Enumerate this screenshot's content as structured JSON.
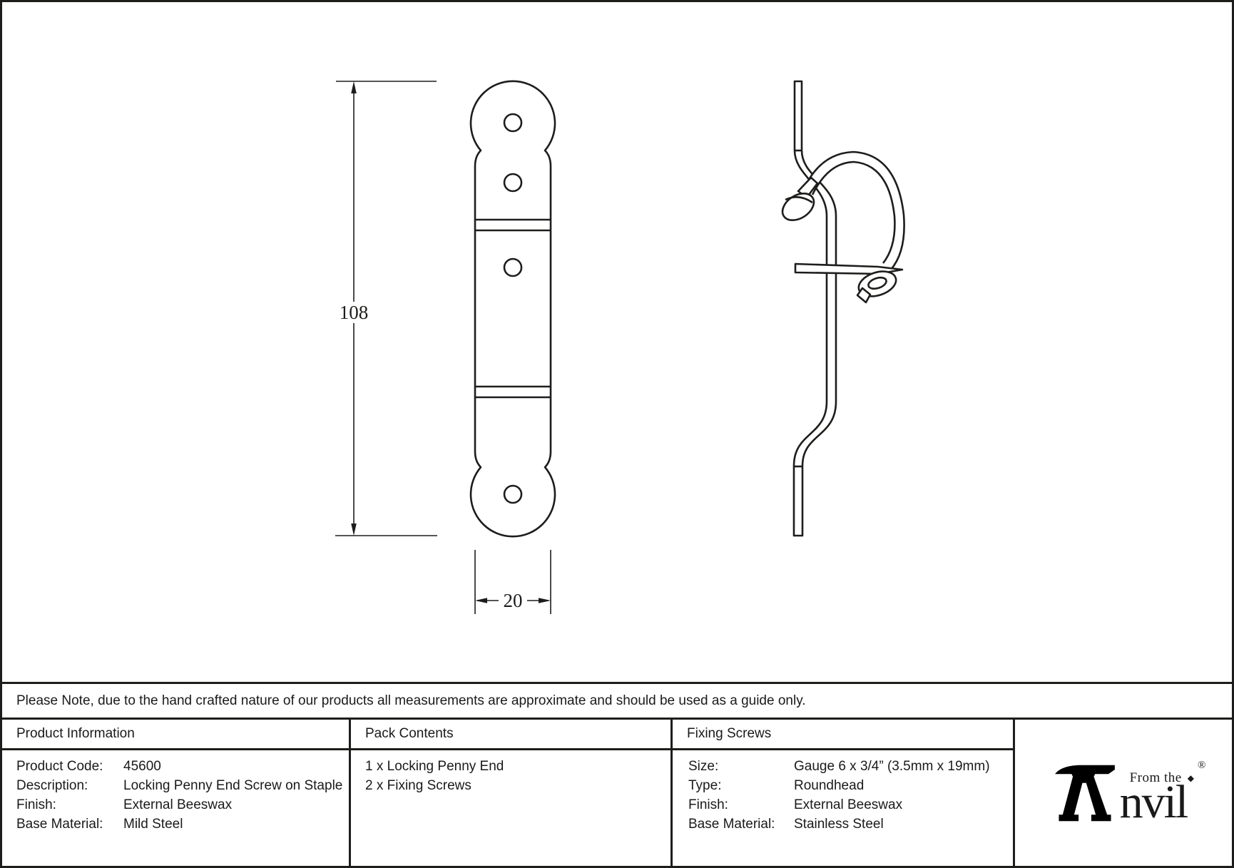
{
  "note": "Please Note, due to the hand crafted nature of our products all measurements are approximate and should be used as a guide only.",
  "drawing": {
    "height_dim": "108",
    "width_dim": "20"
  },
  "table": {
    "product_information": {
      "header": "Product Information",
      "rows": [
        {
          "label": "Product Code:",
          "value": "45600"
        },
        {
          "label": "Description:",
          "value": "Locking Penny End Screw on Staple"
        },
        {
          "label": "Finish:",
          "value": "External Beeswax"
        },
        {
          "label": "Base Material:",
          "value": "Mild Steel"
        }
      ]
    },
    "pack_contents": {
      "header": "Pack Contents",
      "items": [
        "1 x Locking Penny End",
        "2 x Fixing Screws"
      ]
    },
    "fixing_screws": {
      "header": "Fixing Screws",
      "rows": [
        {
          "label": "Size:",
          "value": "Gauge 6 x 3/4” (3.5mm x 19mm)"
        },
        {
          "label": "Type:",
          "value": "Roundhead"
        },
        {
          "label": "Finish:",
          "value": "External Beeswax"
        },
        {
          "label": "Base Material:",
          "value": "Stainless Steel"
        }
      ]
    }
  },
  "logo": {
    "from_the": "From the",
    "diamond": "◆",
    "name_rest": "nvil",
    "registered": "®"
  },
  "colors": {
    "line": "#1d1d1b",
    "text": "#1a1a1a",
    "background": "#ffffff"
  }
}
